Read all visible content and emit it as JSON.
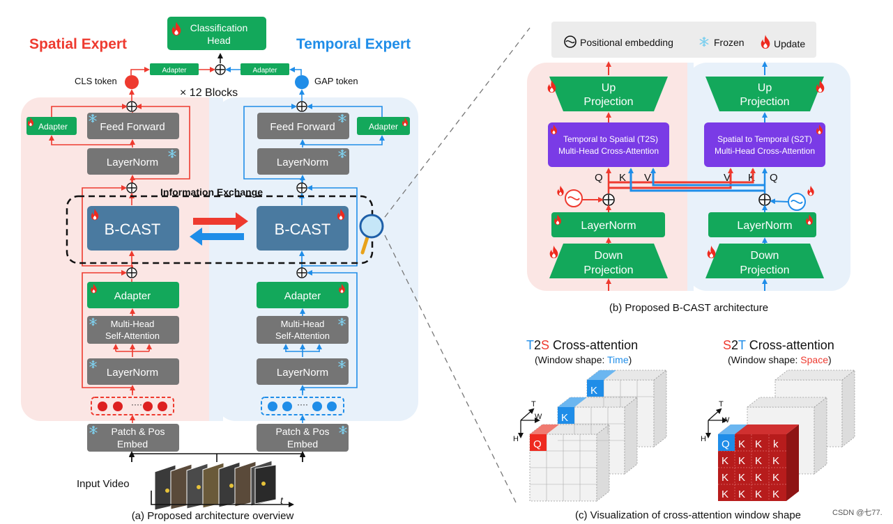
{
  "overview": {
    "spatial_title": "Spatial Expert",
    "temporal_title": "Temporal Expert",
    "classification_head": [
      "Classification",
      "Head"
    ],
    "adapter_small": "Adapter",
    "cls_token": "CLS token",
    "gap_token": "GAP token",
    "blocks": "× 12 Blocks",
    "feed_forward": "Feed Forward",
    "adapter": "Adapter",
    "layernorm": "LayerNorm",
    "info_exchange": "Information Exchange",
    "bcast": "B-CAST",
    "mhsa": [
      "Multi-Head",
      "Self-Attention"
    ],
    "patch_embed": [
      "Patch & Pos",
      "Embed"
    ],
    "input_video": "Input Video",
    "t_axis": "t",
    "caption": "(a) Proposed architecture overview"
  },
  "legend": {
    "positional": "Positional embedding",
    "frozen": "Frozen",
    "update": "Update"
  },
  "bcast_detail": {
    "up_projection": [
      "Up",
      "Projection"
    ],
    "down_projection": [
      "Down",
      "Projection"
    ],
    "layernorm": "LayerNorm",
    "t2s": [
      "Temporal to Spatial (T2S)",
      "Multi-Head Cross-Attention"
    ],
    "s2t": [
      "Spatial to Temporal (S2T)",
      "Multi-Head Cross-Attention"
    ],
    "q": "Q",
    "k": "K",
    "v": "V",
    "caption": "(b) Proposed B-CAST architecture"
  },
  "window_vis": {
    "t2s_title_t": "T",
    "t2s_title_2": "2",
    "t2s_title_s": "S",
    "t2s_title_rest": " Cross-attention",
    "t2s_sub_pre": "(Window shape: ",
    "t2s_sub_hl": "Time",
    "t2s_sub_post": ")",
    "s2t_title_s": "S",
    "s2t_title_2": "2",
    "s2t_title_t": "T",
    "s2t_title_rest": " Cross-attention",
    "s2t_sub_pre": "(Window shape: ",
    "s2t_sub_hl": "Space",
    "s2t_sub_post": ")",
    "q": "Q",
    "k": "K",
    "k_lower": "k",
    "axis_t": "T",
    "axis_w": "W",
    "axis_h": "H",
    "caption": "(c) Visualization of cross-attention window shape"
  },
  "watermark": "CSDN @七77.",
  "colors": {
    "spatial_red": "#ee3a2f",
    "temporal_blue": "#1f8de8",
    "green": "#13a85b",
    "gray": "#757575",
    "steel": "#4a7aa0",
    "purple": "#7a3be6",
    "pink_bg": "#fbe6e4",
    "blue_bg": "#e8f1fa"
  }
}
